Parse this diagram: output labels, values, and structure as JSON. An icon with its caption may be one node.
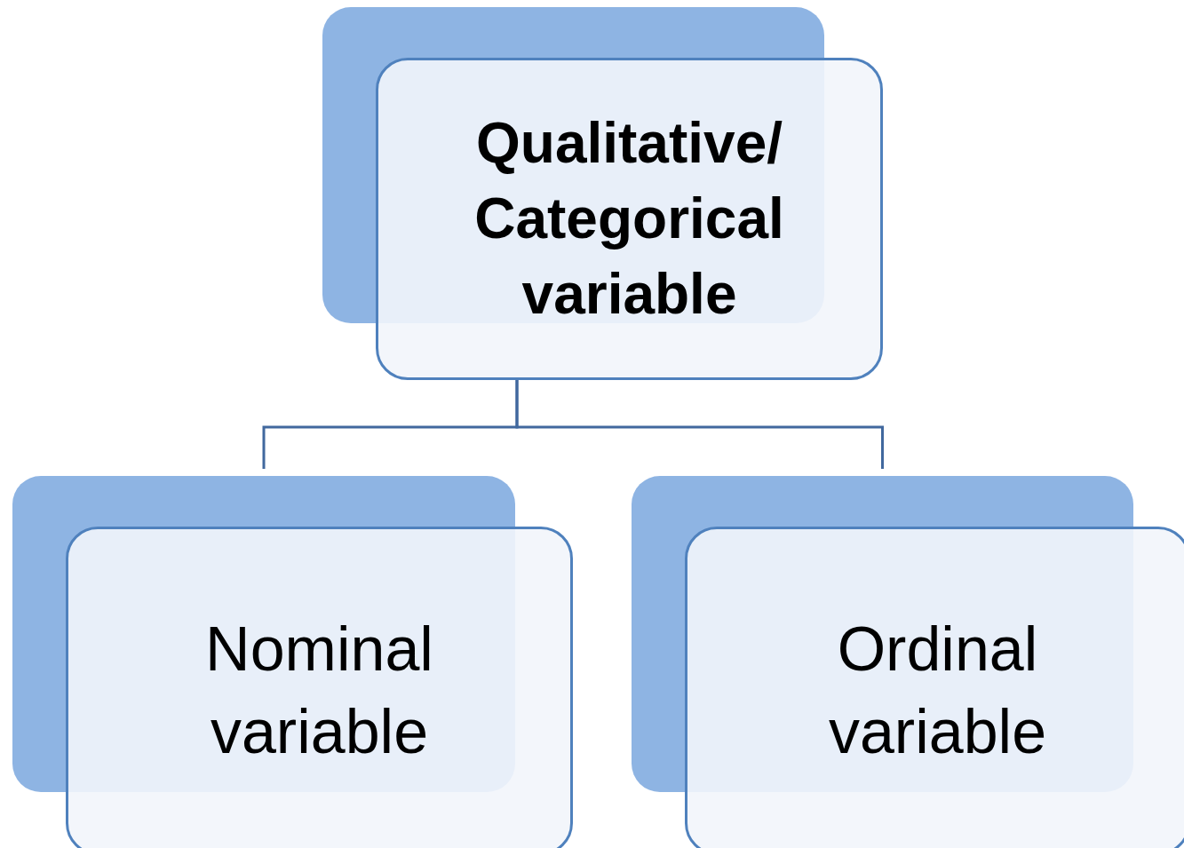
{
  "diagram": {
    "nodes": [
      {
        "text": [
          "Qualitative/ Categorical variable"
        ]
      },
      {
        "text": [
          "Nominal variable"
        ]
      },
      {
        "text": [
          "Ordinal variable"
        ]
      }
    ],
    "edges": [
      {
        "from": 0,
        "to": 1,
        "arrow": "none"
      },
      {
        "from": 0,
        "to": 2,
        "arrow": "none"
      }
    ]
  }
}
